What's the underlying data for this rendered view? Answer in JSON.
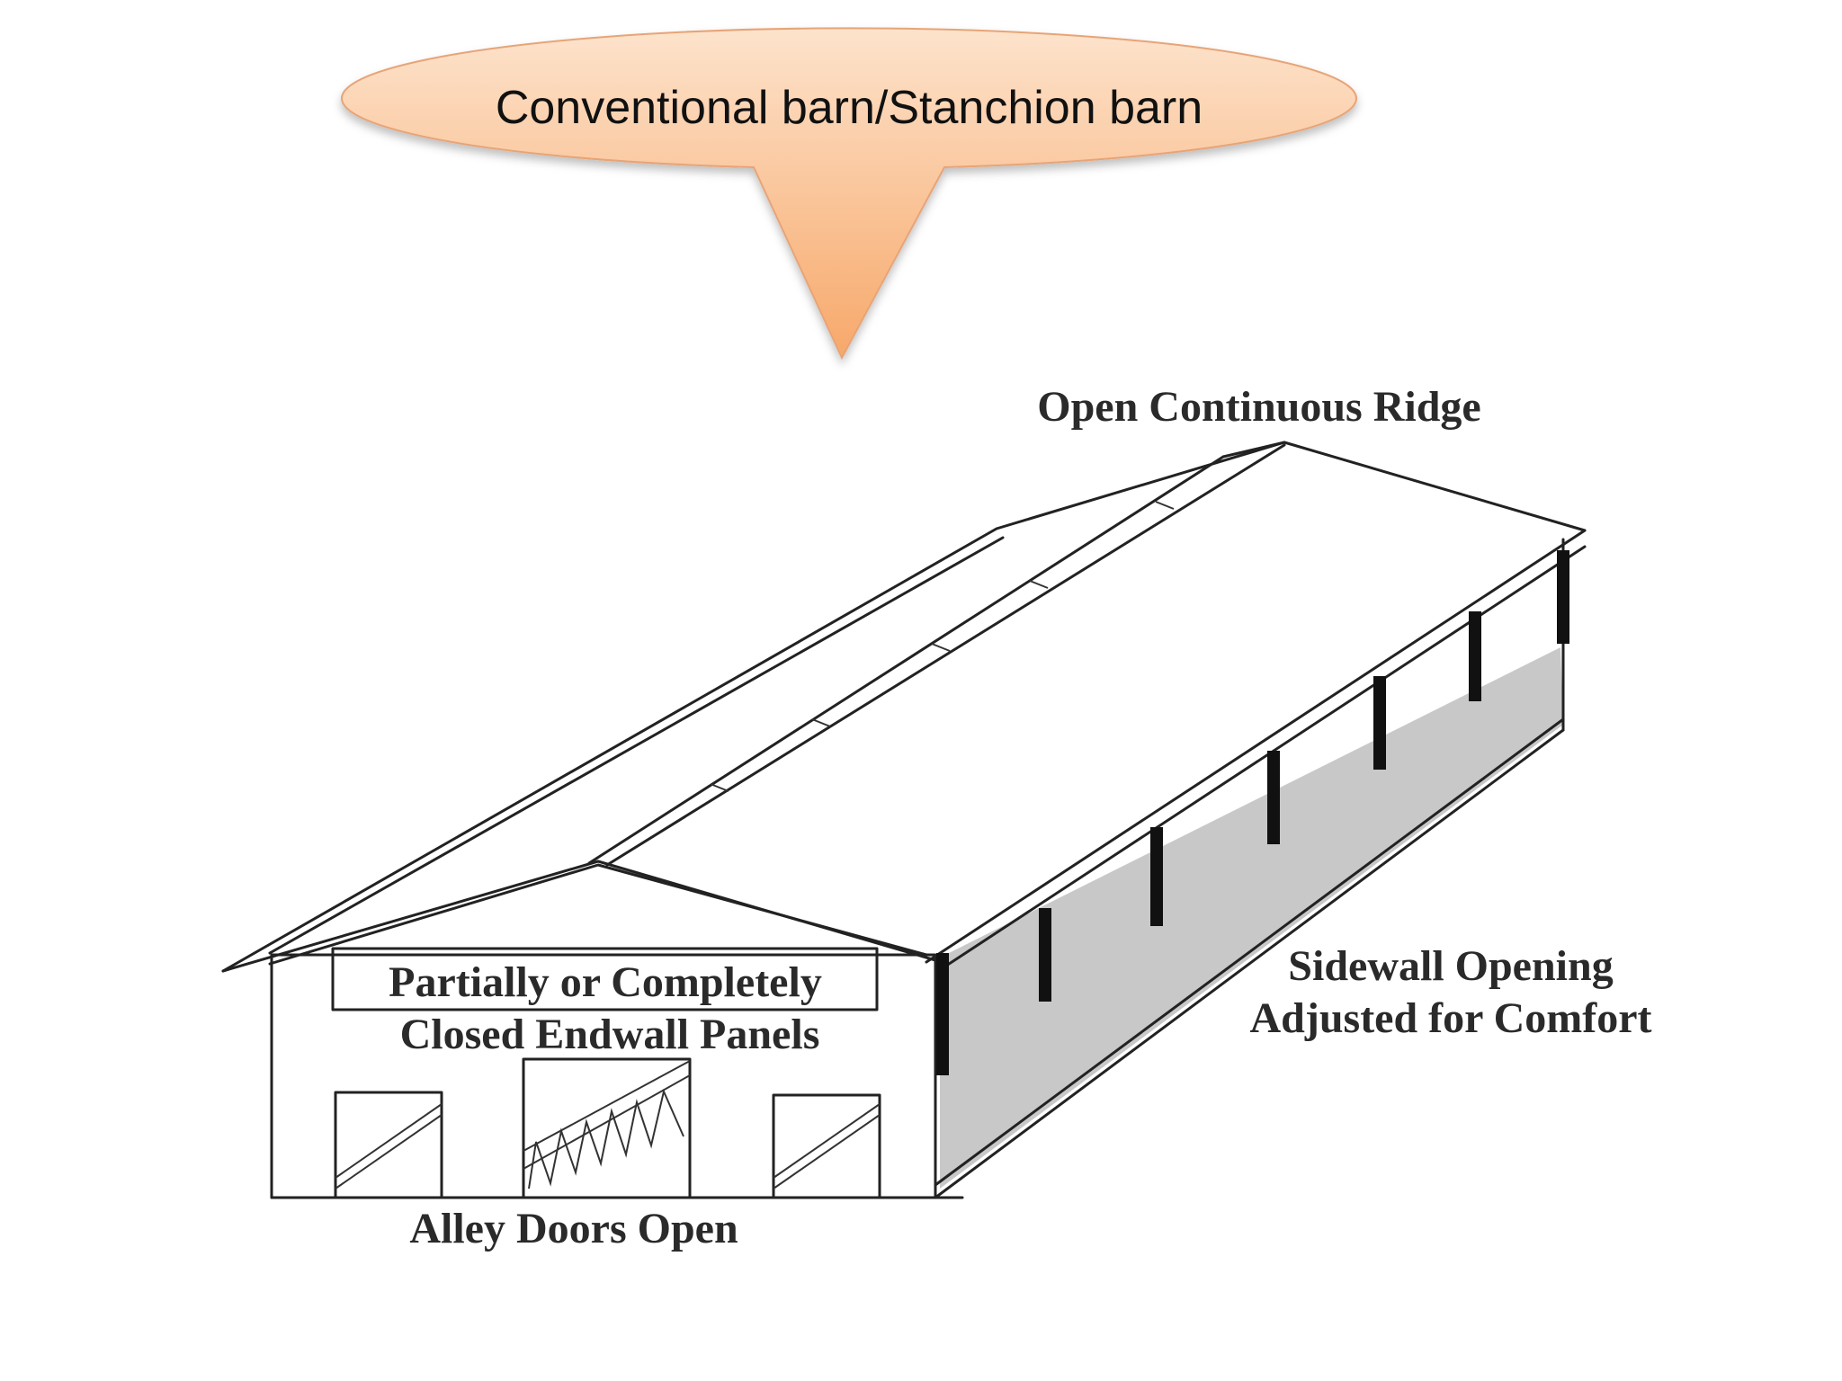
{
  "callout": {
    "text": "Conventional barn/Stanchion barn",
    "fill_top": "#fde3cc",
    "fill_bottom": "#f7a86a",
    "stroke": "#e7a477"
  },
  "labels": {
    "ridge": "Open Continuous Ridge",
    "endwall_line1": "Partially or Completely",
    "endwall_line2": "Closed Endwall Panels",
    "sidewall_line1": "Sidewall Opening",
    "sidewall_line2": "Adjusted for Comfort",
    "alley_doors": "Alley Doors Open"
  },
  "colors": {
    "sidewall_curtain": "#c8c8c8",
    "outline": "#222222"
  }
}
